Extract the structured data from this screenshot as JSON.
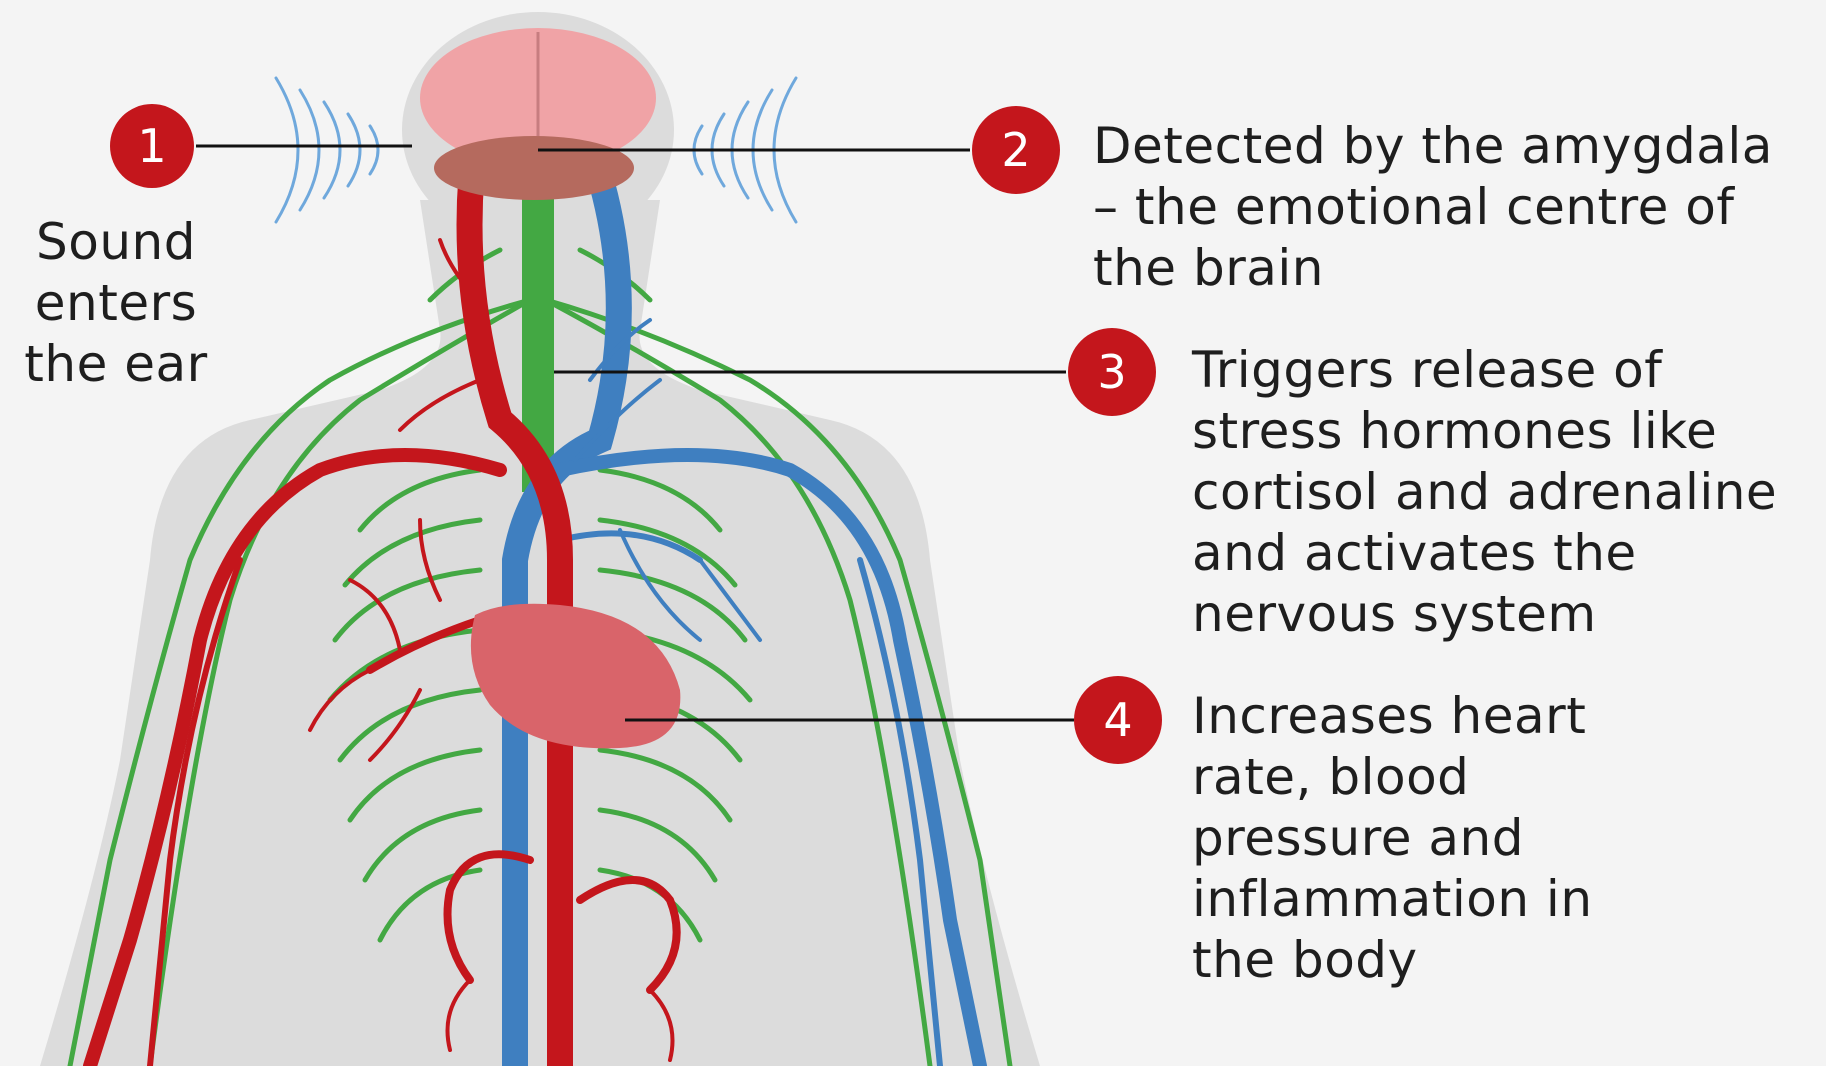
{
  "steps": [
    {
      "number": "1",
      "lines": [
        "Sound",
        "enters",
        "the ear"
      ]
    },
    {
      "number": "2",
      "lines": [
        "Detected by the amygdala",
        "– the emotional centre of",
        "the brain"
      ]
    },
    {
      "number": "3",
      "lines": [
        "Triggers release of",
        "stress hormones like",
        "cortisol and adrenaline",
        "and activates the",
        "nervous system"
      ]
    },
    {
      "number": "4",
      "lines": [
        "Increases heart",
        "rate, blood",
        "pressure and",
        "inflammation in",
        "the body"
      ]
    }
  ],
  "colors": {
    "background": "#f4f4f4",
    "body_silhouette": "#dcdcdc",
    "badge": "#c4161c",
    "artery": "#c4161c",
    "vein": "#3f7fc0",
    "nerve": "#43a843",
    "brain": "#f0a3a6",
    "amygdala": "#b56a5e",
    "heart": "#d9646a",
    "sound_waves": "#6fa8dc",
    "text": "#1e1e1e",
    "leader_line": "#111111"
  },
  "icons": [
    "sound-wave-icon",
    "brain-icon",
    "heart-icon"
  ]
}
